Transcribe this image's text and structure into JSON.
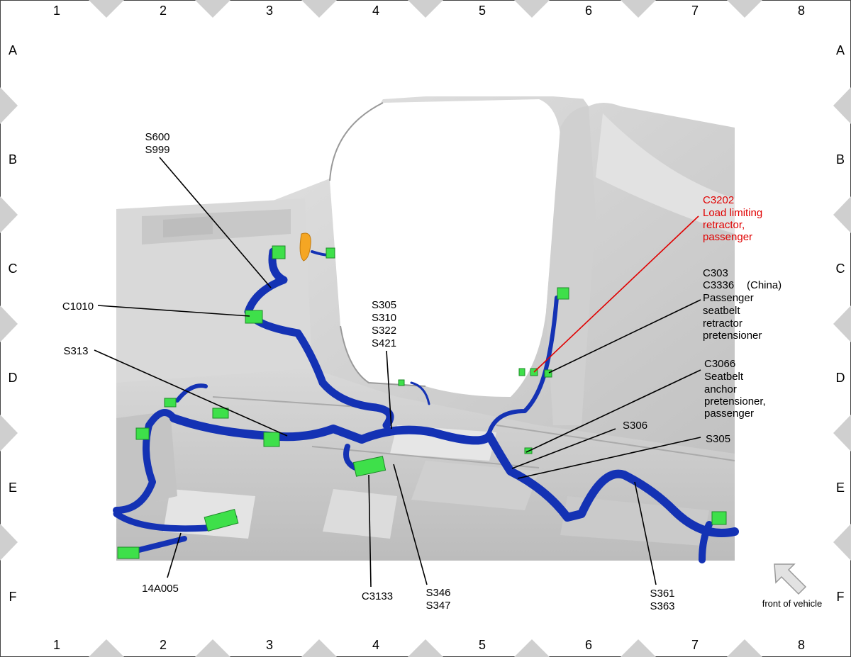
{
  "grid": {
    "columns": [
      "1",
      "2",
      "3",
      "4",
      "5",
      "6",
      "7",
      "8"
    ],
    "rows": [
      "A",
      "B",
      "C",
      "D",
      "E",
      "F"
    ]
  },
  "callouts": {
    "s600": [
      "S600",
      "S999"
    ],
    "c1010": "C1010",
    "s313": "S313",
    "a14005": "14A005",
    "s305_group": [
      "S305",
      "S310",
      "S322",
      "S421"
    ],
    "c3133": "C3133",
    "s346": [
      "S346",
      "S347"
    ],
    "c3202": [
      "C3202",
      "Load limiting",
      "retractor,",
      "passenger"
    ],
    "c303": [
      "C303",
      "C3336",
      "(China)",
      "Passenger",
      "seatbelt",
      "retractor",
      "pretensioner"
    ],
    "c3066": [
      "C3066",
      "Seatbelt",
      "anchor",
      "pretensioner,",
      "passenger"
    ],
    "s306": "S306",
    "s305": "S305",
    "s361": [
      "S361",
      "S363"
    ]
  },
  "front_of_vehicle": "front of vehicle",
  "colors": {
    "harness": "#1432b4",
    "connector": "#3ee04a",
    "highlight": "#e00000",
    "orange": "#f5a623",
    "body": "#d4d4d4"
  }
}
